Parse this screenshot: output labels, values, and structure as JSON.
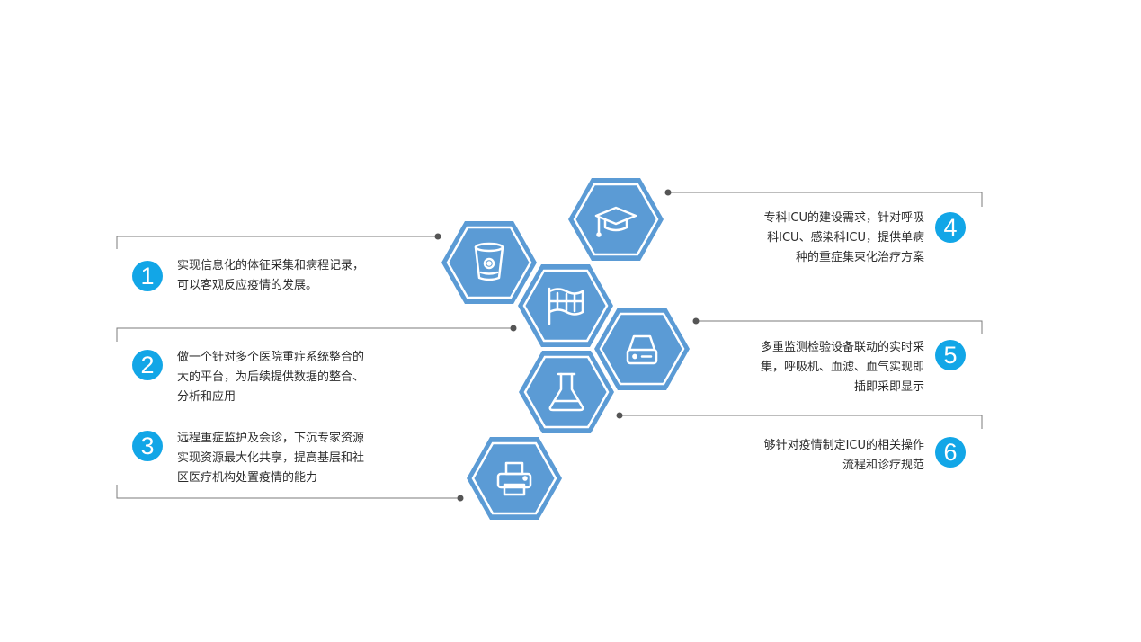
{
  "colors": {
    "hex_fill": "#5b9bd5",
    "hex_ring": "#ffffff",
    "badge": "#12a6e7",
    "line": "#7b7b7b",
    "text": "#2b2b2b"
  },
  "hexagons": [
    {
      "icon": "graduation-cap-icon"
    },
    {
      "icon": "bucket-icon"
    },
    {
      "icon": "flag-icon"
    },
    {
      "icon": "hard-drive-icon"
    },
    {
      "icon": "flask-icon"
    },
    {
      "icon": "printer-icon"
    }
  ],
  "items": [
    {
      "number": "1",
      "lines": [
        "实现信息化的体征采集和病程记录，",
        "可以客观反应疫情的发展。"
      ]
    },
    {
      "number": "2",
      "lines": [
        "做一个针对多个医院重症系统整合的",
        "大的平台，为后续提供数据的整合、",
        "分析和应用"
      ]
    },
    {
      "number": "3",
      "lines": [
        "远程重症监护及会诊，下沉专家资源",
        "实现资源最大化共享，提高基层和社",
        "区医疗机构处置疫情的能力"
      ]
    },
    {
      "number": "4",
      "lines": [
        "专科ICU的建设需求，针对呼吸",
        "科ICU、感染科ICU，提供单病",
        "种的重症集束化治疗方案"
      ]
    },
    {
      "number": "5",
      "lines": [
        "多重监测检验设备联动的实时采",
        "集，呼吸机、血滤、血气实现即",
        "插即采即显示"
      ]
    },
    {
      "number": "6",
      "lines": [
        "够针对疫情制定ICU的相关操作",
        "流程和诊疗规范"
      ]
    }
  ]
}
